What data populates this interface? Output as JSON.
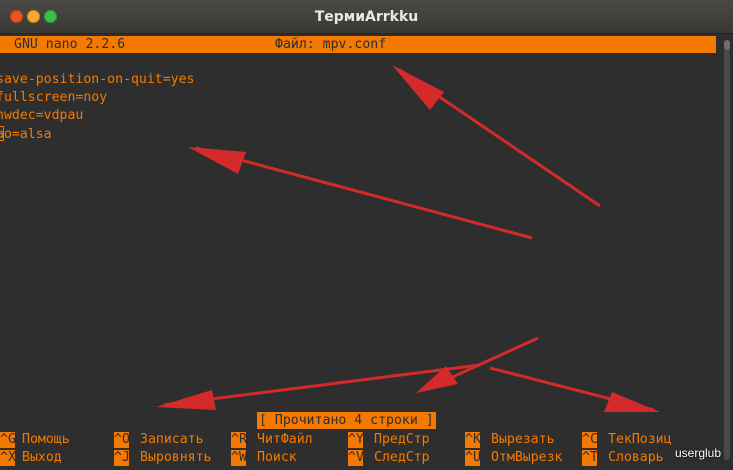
{
  "window": {
    "title": "ТермиArrkku"
  },
  "nano": {
    "version": "GNU nano 2.2.6",
    "file_label": "Файл: mpv.conf",
    "lines": [
      "save-position-on-quit=yes",
      "fullscreen=noy",
      "hwdec=vdpau",
      "ao=alsa"
    ],
    "status": "[ Прочитано 4 строки ]",
    "shortcuts_row1": [
      {
        "key": "^G",
        "label": "Помощь"
      },
      {
        "key": "^O",
        "label": "Записать"
      },
      {
        "key": "^R",
        "label": "ЧитФайл"
      },
      {
        "key": "^Y",
        "label": "ПредСтр"
      },
      {
        "key": "^K",
        "label": "Вырезать"
      },
      {
        "key": "^C",
        "label": "ТекПозиц"
      }
    ],
    "shortcuts_row2": [
      {
        "key": "^X",
        "label": "Выход"
      },
      {
        "key": "^J",
        "label": "Выровнять"
      },
      {
        "key": "^W",
        "label": "Поиск"
      },
      {
        "key": "^V",
        "label": "СледСтр"
      },
      {
        "key": "^U",
        "label": "ОтмВырезк"
      },
      {
        "key": "^T",
        "label": "Словарь"
      }
    ]
  },
  "colors": {
    "nano_accent": "#f57900",
    "terminal_bg": "#2e2e2e",
    "annotation_arrow": "#d42a2a"
  },
  "watermark": "userglub"
}
